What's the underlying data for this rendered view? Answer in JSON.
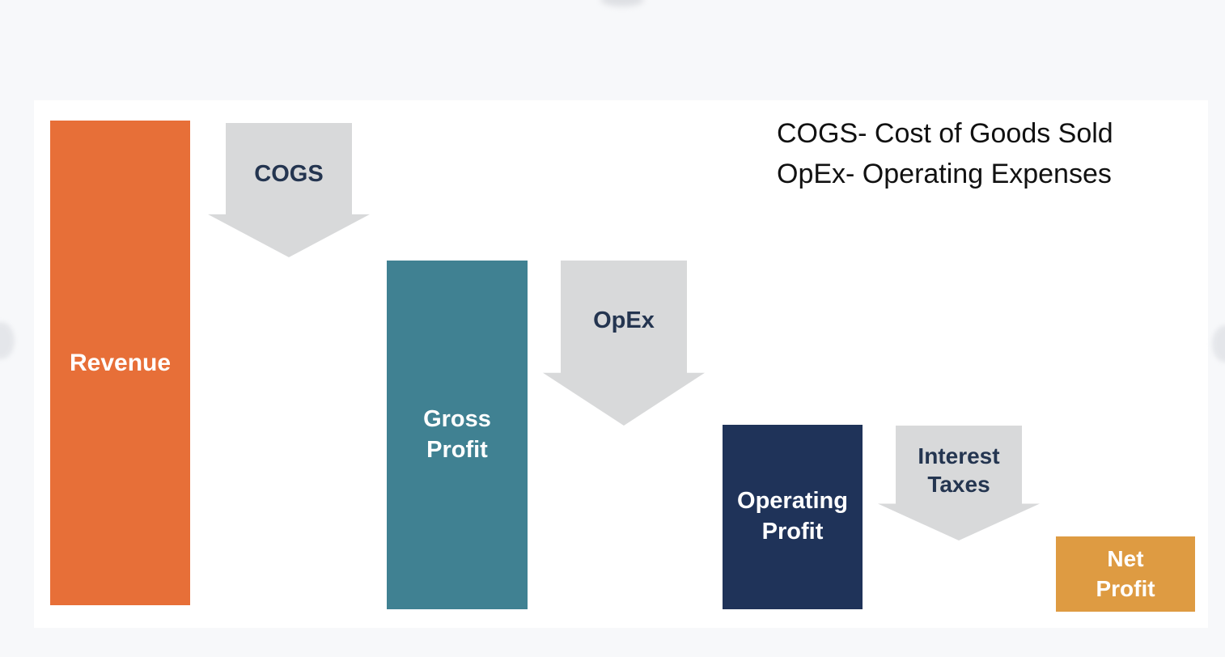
{
  "slide": {
    "background_color": "#f7f8fa",
    "panel_color": "#ffffff"
  },
  "legend": {
    "line1": "COGS- Cost of Goods Sold",
    "line2": "OpEx- Operating Expenses",
    "text_color": "#111111"
  },
  "diagram": {
    "type": "profit-waterfall",
    "flow": [
      "Revenue",
      "COGS",
      "Gross Profit",
      "OpEx",
      "Operating Profit",
      "Interest Taxes",
      "Net Profit"
    ],
    "bars": [
      {
        "id": "revenue",
        "lines": [
          "Revenue"
        ],
        "color": "#e76f38",
        "text_color": "#ffffff"
      },
      {
        "id": "gross-profit",
        "lines": [
          "Gross",
          "Profit"
        ],
        "color": "#408192",
        "text_color": "#ffffff"
      },
      {
        "id": "operating-profit",
        "lines": [
          "Operating",
          "Profit"
        ],
        "color": "#1f3359",
        "text_color": "#ffffff"
      },
      {
        "id": "net-profit",
        "lines": [
          "Net",
          "Profit"
        ],
        "color": "#de9b42",
        "text_color": "#ffffff"
      }
    ],
    "arrows": [
      {
        "id": "cogs",
        "label": "COGS",
        "color": "#d8d9da",
        "text_color": "#243550"
      },
      {
        "id": "opex",
        "label": "OpEx",
        "color": "#d8d9da",
        "text_color": "#243550"
      },
      {
        "id": "interest-taxes",
        "lines": [
          "Interest",
          "Taxes"
        ],
        "color": "#d8d9da",
        "text_color": "#243550"
      }
    ]
  }
}
